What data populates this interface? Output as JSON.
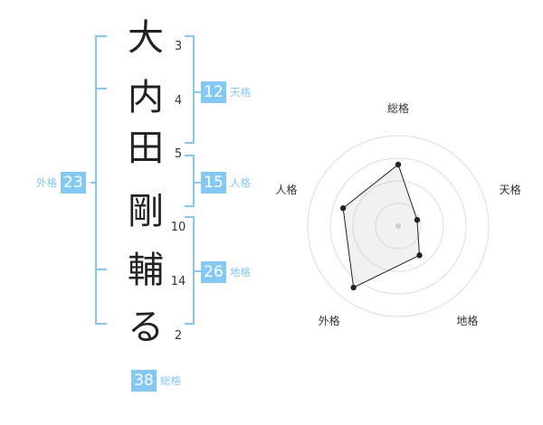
{
  "name_chars": [
    {
      "char": "大",
      "strokes": "3"
    },
    {
      "char": "内",
      "strokes": "4"
    },
    {
      "char": "田",
      "strokes": "5"
    },
    {
      "char": "剛",
      "strokes": "10"
    },
    {
      "char": "輔",
      "strokes": "14"
    },
    {
      "char": "る",
      "strokes": "2"
    }
  ],
  "fortunes": {
    "tenkaku": {
      "value": "12",
      "label": "天格"
    },
    "jinkaku": {
      "value": "15",
      "label": "人格"
    },
    "chikaku": {
      "value": "26",
      "label": "地格"
    },
    "gaikaku": {
      "value": "23",
      "label": "外格"
    },
    "soukaku": {
      "value": "38",
      "label": "総格"
    }
  },
  "colors": {
    "accent": "#83c9f4",
    "text": "#222222",
    "bracket": "#83c9f4"
  },
  "chart_data": {
    "type": "radar",
    "axes": [
      "総格",
      "天格",
      "地格",
      "外格",
      "人格"
    ],
    "values": [
      0.68,
      0.22,
      0.4,
      0.84,
      0.64
    ],
    "rings": 4,
    "value_scale": [
      0,
      1
    ]
  }
}
